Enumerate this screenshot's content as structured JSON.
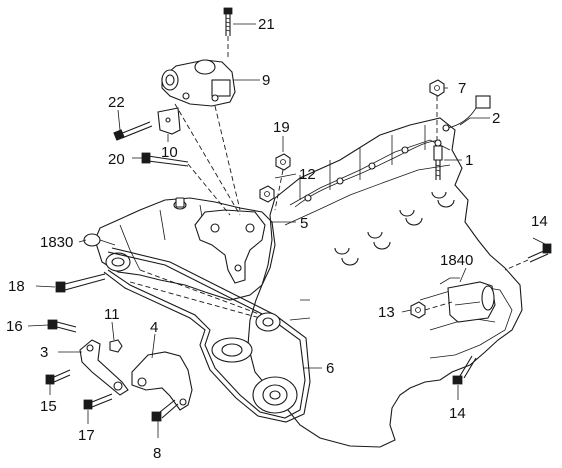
{
  "callouts": [
    {
      "id": "c21",
      "text": "21"
    },
    {
      "id": "c9",
      "text": "9"
    },
    {
      "id": "c22",
      "text": "22"
    },
    {
      "id": "c10",
      "text": "10"
    },
    {
      "id": "c20",
      "text": "20"
    },
    {
      "id": "c19",
      "text": "19"
    },
    {
      "id": "c7",
      "text": "7"
    },
    {
      "id": "c2",
      "text": "2"
    },
    {
      "id": "c1",
      "text": "1"
    },
    {
      "id": "c12",
      "text": "12"
    },
    {
      "id": "c5",
      "text": "5"
    },
    {
      "id": "c1830",
      "text": "1830"
    },
    {
      "id": "c14a",
      "text": "14"
    },
    {
      "id": "c1840",
      "text": "1840"
    },
    {
      "id": "c18",
      "text": "18"
    },
    {
      "id": "c13",
      "text": "13"
    },
    {
      "id": "c11",
      "text": "11"
    },
    {
      "id": "c16",
      "text": "16"
    },
    {
      "id": "c4",
      "text": "4"
    },
    {
      "id": "c3",
      "text": "3"
    },
    {
      "id": "c6",
      "text": "6"
    },
    {
      "id": "c15",
      "text": "15"
    },
    {
      "id": "c17",
      "text": "17"
    },
    {
      "id": "c8",
      "text": "8"
    },
    {
      "id": "c14b",
      "text": "14"
    }
  ]
}
